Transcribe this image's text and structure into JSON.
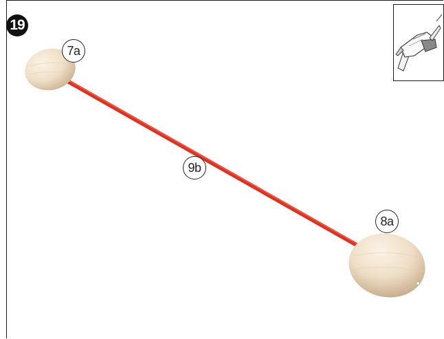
{
  "step": {
    "number": "19"
  },
  "tool_icon": {
    "icon": "hot-glue-gun-icon"
  },
  "parts": {
    "egg_small": {
      "label": "7a"
    },
    "egg_large": {
      "label": "8a"
    },
    "rod": {
      "label": "9b",
      "color": "#e0301e"
    }
  },
  "colors": {
    "wood_light": "#f4e6d2",
    "wood_dark": "#cdb596",
    "outline": "#1a1a1a"
  }
}
